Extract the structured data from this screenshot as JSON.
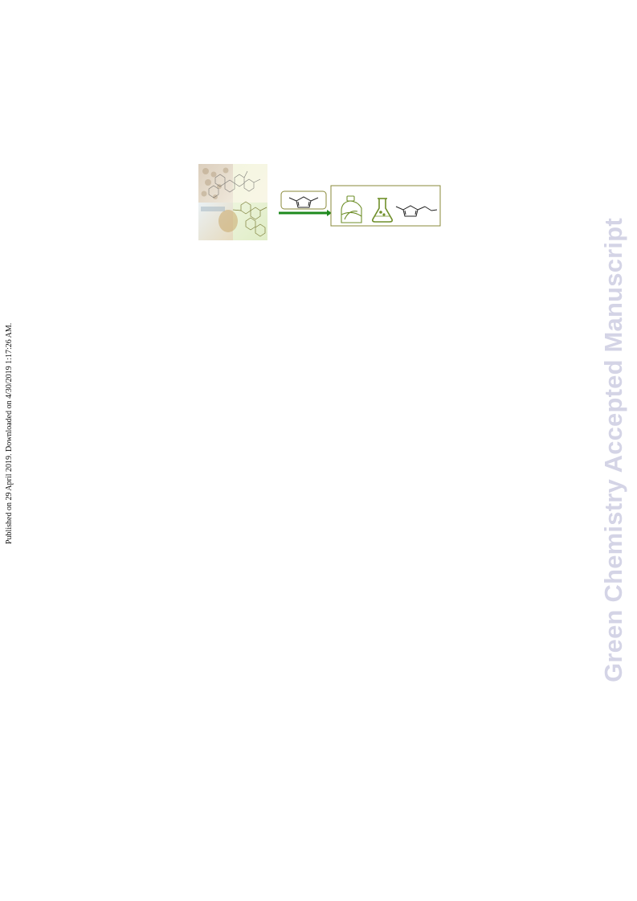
{
  "sidebar_note": "Published on 29 April 2019. Downloaded on 4/30/2019 1:17:26 AM.",
  "watermark": "Green Chemistry Accepted Manuscript",
  "colors": {
    "watermark": "#d4d4e6",
    "accent_green": "#1e8a1e",
    "box_olive": "#8a8a3a",
    "icon_green": "#6f8f2a"
  },
  "graphic": {
    "icons": [
      "biomass-collage",
      "dimethylfuran-molecule",
      "reaction-arrow",
      "detergent-bottle-icon",
      "flask-icon",
      "alkylfuran-molecule"
    ]
  }
}
